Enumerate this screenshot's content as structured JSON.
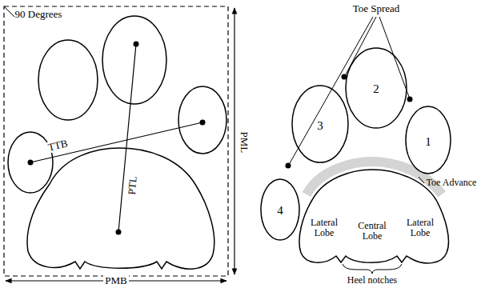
{
  "diagram": {
    "labels": [
      "90 Degrees",
      "PML",
      "PMB",
      "TTB",
      "PTL",
      "Toe Spread",
      "3",
      "2",
      "1",
      "4",
      "Toe Advance",
      "Lateral Lobe",
      "Central Lobe",
      "Lateral Lobe",
      "Heel notches"
    ]
  }
}
